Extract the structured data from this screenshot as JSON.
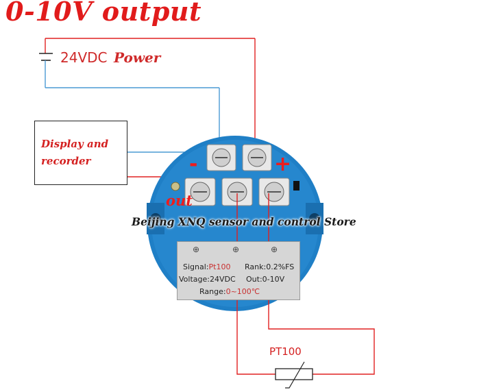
{
  "title": "0-10V output",
  "power": {
    "voltage": "24VDC",
    "word": "Power"
  },
  "display": {
    "line1": "Display and",
    "line2": "recorder"
  },
  "terminals": {
    "minus": "-",
    "plus": "+",
    "out": "out"
  },
  "watermark": "Beijing XNQ sensor and control Store",
  "label_plate": {
    "signal_key": "Signal:",
    "signal_val": "Pt100",
    "rank_key": "Rank:",
    "rank_val": "0.2%FS",
    "voltage_key": "Voltage:",
    "voltage_val": "24VDC",
    "out_key": "Out:",
    "out_val": "0-10V",
    "range_key": "Range:",
    "range_val": "0~100℃"
  },
  "sensor": {
    "label": "PT100"
  },
  "colors": {
    "title_red": "#e11b1b",
    "wire_red": "#e02020",
    "wire_blue": "#4a9ad4",
    "housing_blue": "#1f7fc6"
  }
}
